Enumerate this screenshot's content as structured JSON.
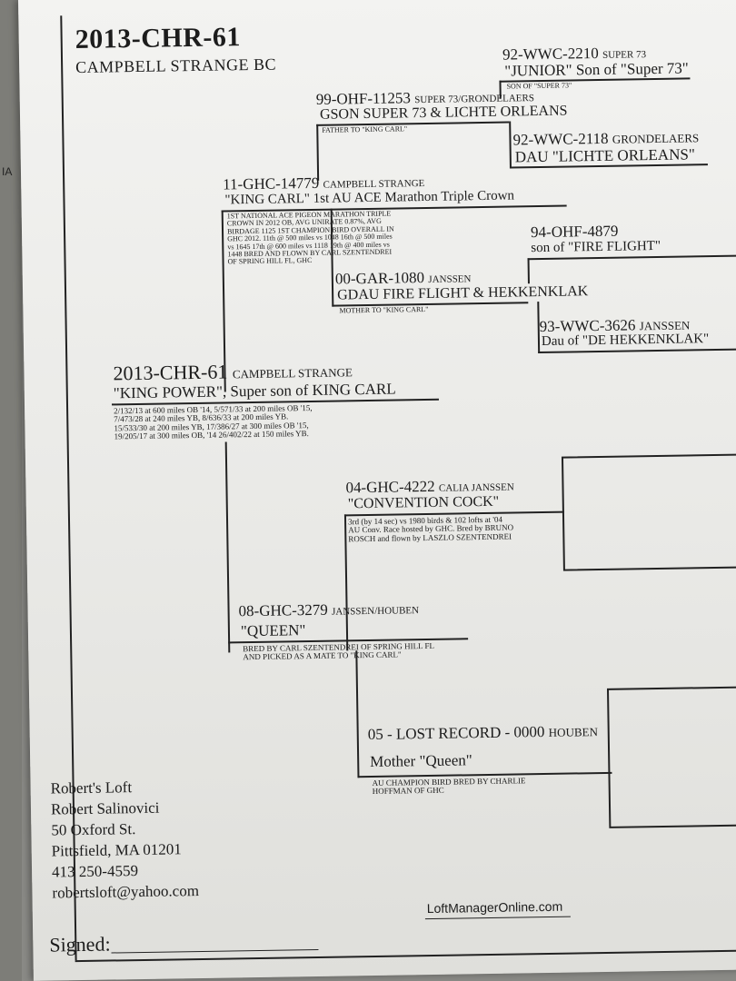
{
  "header": {
    "id": "2013-CHR-61",
    "breeder": "CAMPBELL STRANGE BC"
  },
  "edge_fragment": "IA",
  "subject": {
    "id": "2013-CHR-61",
    "breeder": "CAMPBELL STRANGE",
    "name": "\"KING POWER\", Super son of KING CARL",
    "notes": [
      "2/132/13 at 600 miles OB '14, 5/571/33 at 200 miles OB '15,",
      "7/473/28 at 240 miles YB, 8/636/33 at 200 miles YB.",
      "15/533/30 at 200 miles YB, 17/386/27 at 300 miles OB '15,",
      "19/205/17 at 300 miles OB, '14 26/402/22 at 150 miles YB."
    ]
  },
  "sire": {
    "id": "11-GHC-14779",
    "breeder": "CAMPBELL STRANGE",
    "name": "\"KING CARL\" 1st AU ACE Marathon Triple Crown",
    "notes": [
      "1ST NATIONAL ACE PIGEON MARATHON TRIPLE",
      "CROWN IN 2012 OB, AVG UNIRATE 0.87%, AVG",
      "BIRDAGE 1125 1ST CHAMPION BIRD OVERALL IN",
      "GHC 2012. 11th @ 500 miles vs 1048 16th @ 500 miles",
      "vs 1645 17th @ 600 miles vs 1118 19th @ 400 miles vs",
      "1448 BRED AND FLOWN BY CARL SZENTENDREI",
      "OF SPRING HILL FL, GHC"
    ]
  },
  "sire_sire": {
    "id": "99-OHF-11253",
    "breeder": "SUPER 73/GRONDELAERS",
    "name": "GSON SUPER 73 & LICHTE ORLEANS",
    "note": "FATHER TO \"KING CARL\""
  },
  "sss": {
    "id": "92-WWC-2210",
    "breeder": "SUPER 73",
    "name": "\"JUNIOR\" Son of \"Super 73\"",
    "note": "SON OF \"SUPER 73\""
  },
  "ssd": {
    "id": "92-WWC-2118",
    "breeder": "GRONDELAERS",
    "name": "DAU \"LICHTE ORLEANS\""
  },
  "sire_dam": {
    "id": "00-GAR-1080",
    "breeder": "JANSSEN",
    "name": "GDAU FIRE FLIGHT & HEKKENKLAK",
    "note": "MOTHER TO \"KING CARL\""
  },
  "sds": {
    "id": "94-OHF-4879",
    "name": "son of \"FIRE FLIGHT\""
  },
  "sdd": {
    "id": "93-WWC-3626",
    "breeder": "JANSSEN",
    "name": "Dau of \"DE HEKKENKLAK\""
  },
  "dam": {
    "id": "08-GHC-3279",
    "breeder": "JANSSEN/HOUBEN",
    "name": "\"QUEEN\"",
    "notes": [
      "BRED BY CARL SZENTENDREI OF SPRING HILL FL",
      "AND PICKED AS A MATE TO \"KING CARL\""
    ]
  },
  "dam_sire": {
    "id": "04-GHC-4222",
    "breeder": "CALIA JANSSEN",
    "name": "\"CONVENTION COCK\"",
    "notes": [
      "3rd (by 14 sec) vs 1980 birds & 102 lofts at '04",
      "AU Conv. Race hosted by GHC. Bred by BRUNO",
      "ROSCH and flown by LASZLO SZENTENDREI"
    ]
  },
  "dam_dam": {
    "id": "05 - LOST RECORD - 0000",
    "breeder": "HOUBEN",
    "name": "Mother \"Queen\"",
    "notes": [
      "AU CHAMPION BIRD BRED BY CHARLIE",
      "HOFFMAN OF GHC"
    ]
  },
  "contact": {
    "name": "Robert's Loft",
    "owner": "Robert Salinovici",
    "street": "50 Oxford St.",
    "city": "Pittsfield, MA 01201",
    "phone": "413 250-4559",
    "email": "robertsloft@yahoo.com"
  },
  "signed_label": "Signed:",
  "brand": "LoftManagerOnline.com"
}
